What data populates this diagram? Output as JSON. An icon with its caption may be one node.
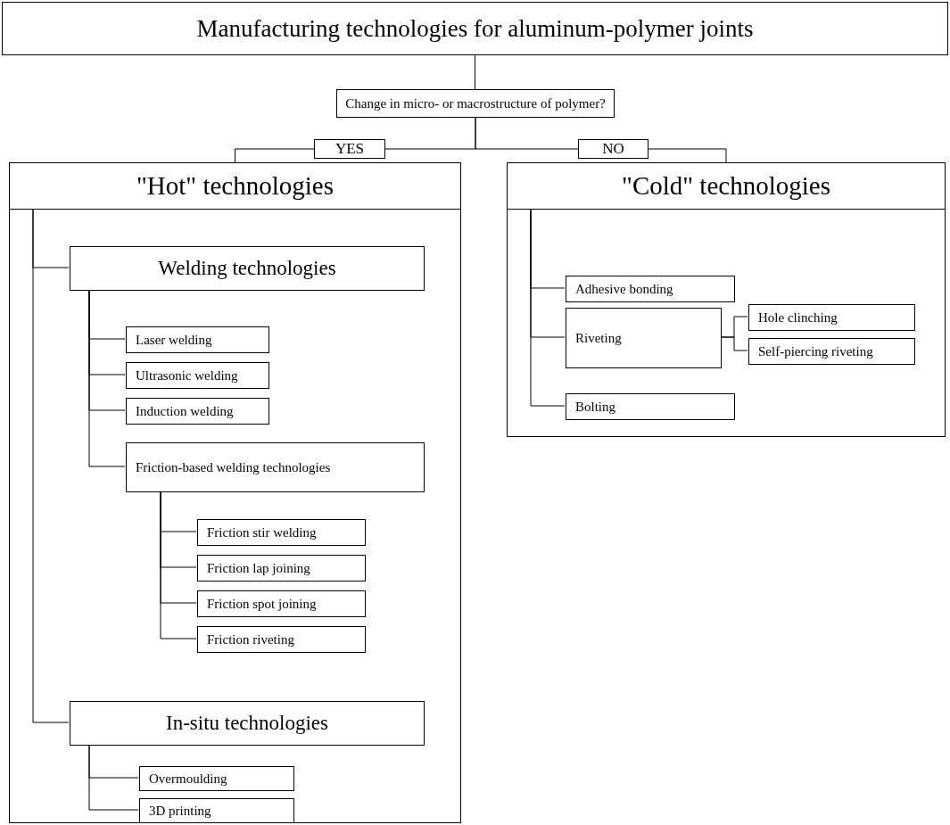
{
  "diagram": {
    "nodes": [
      {
        "text": [
          "Manufacturing technologies for aluminum-polymer joints"
        ]
      },
      {
        "text": [
          "Change in micro- or macrostructure of polymer?"
        ]
      },
      {
        "text": [
          "\"Hot\" technologies"
        ]
      },
      {
        "text": [
          "Welding technologies"
        ],
        "in": 2
      },
      {
        "text": [
          "Laser welding"
        ],
        "in": 2
      },
      {
        "text": [
          "Ultrasonic welding"
        ],
        "in": 2
      },
      {
        "text": [
          "Induction welding"
        ],
        "in": 2
      },
      {
        "text": [
          "Friction-based welding technologies"
        ],
        "in": 2
      },
      {
        "text": [
          "Friction stir welding"
        ],
        "in": 2
      },
      {
        "text": [
          "Friction lap joining"
        ],
        "in": 2
      },
      {
        "text": [
          "Friction spot joining"
        ],
        "in": 2
      },
      {
        "text": [
          "Friction riveting"
        ],
        "in": 2
      },
      {
        "text": [
          "In-situ technologies"
        ],
        "in": 2
      },
      {
        "text": [
          "Overmoulding"
        ],
        "in": 2
      },
      {
        "text": [
          "3D printing"
        ],
        "in": 2
      },
      {
        "text": [
          "\"Cold\" technologies"
        ]
      },
      {
        "text": [
          "Adhesive bonding"
        ],
        "in": 15
      },
      {
        "text": [
          "Riveting"
        ],
        "in": 15
      },
      {
        "text": [
          "Hole clinching"
        ],
        "in": 15
      },
      {
        "text": [
          "Self-piercing riveting"
        ],
        "in": 15
      },
      {
        "text": [
          "Bolting"
        ],
        "in": 15
      }
    ],
    "edges": [
      {
        "from": 0,
        "to": 1,
        "arrow": "none"
      },
      {
        "from": 1,
        "to": 2,
        "arrow": "none",
        "label": "YES"
      },
      {
        "from": 1,
        "to": 15,
        "arrow": "none",
        "label": "NO"
      },
      {
        "from": 2,
        "to": 3,
        "arrow": "none"
      },
      {
        "from": 2,
        "to": 12,
        "arrow": "none"
      },
      {
        "from": 3,
        "to": 4,
        "arrow": "none"
      },
      {
        "from": 3,
        "to": 5,
        "arrow": "none"
      },
      {
        "from": 3,
        "to": 6,
        "arrow": "none"
      },
      {
        "from": 3,
        "to": 7,
        "arrow": "none"
      },
      {
        "from": 7,
        "to": 8,
        "arrow": "none"
      },
      {
        "from": 7,
        "to": 9,
        "arrow": "none"
      },
      {
        "from": 7,
        "to": 10,
        "arrow": "none"
      },
      {
        "from": 7,
        "to": 11,
        "arrow": "none"
      },
      {
        "from": 12,
        "to": 13,
        "arrow": "none"
      },
      {
        "from": 12,
        "to": 14,
        "arrow": "none"
      },
      {
        "from": 15,
        "to": 16,
        "arrow": "none"
      },
      {
        "from": 15,
        "to": 17,
        "arrow": "none"
      },
      {
        "from": 15,
        "to": 20,
        "arrow": "none"
      },
      {
        "from": 17,
        "to": 18,
        "arrow": "none"
      },
      {
        "from": 17,
        "to": 19,
        "arrow": "none"
      }
    ]
  }
}
